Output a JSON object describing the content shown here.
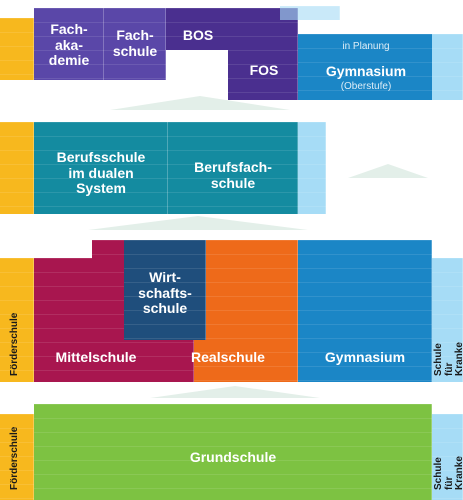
{
  "colors": {
    "fachakademie": "#5a47a8",
    "fachschule": "#5a47a8",
    "bos": "#4a2f8f",
    "fos": "#4a2f8f",
    "gymnasium_upper": "#1b86c6",
    "berufsschule": "#148ba0",
    "berufsfachschule": "#148ba0",
    "mittelschule": "#a8164f",
    "wirtschaftsschule": "#1f4e7c",
    "realschule": "#ee6a1a",
    "gymnasium": "#1b86c6",
    "grundschule": "#7dc242",
    "foerderschule": "#f7b81e",
    "krankenschule": "#a6dcf6"
  },
  "tiers": {
    "upper": {
      "fachakademie": "Fach-\naka-\ndemie",
      "fachschule": "Fach-\nschule",
      "bos": "BOS",
      "fos": "FOS",
      "in_planung": "in Planung",
      "gymnasium": "Gymnasium",
      "oberstufe": "(Oberstufe)"
    },
    "vocational": {
      "berufsschule": "Berufsschule\nim dualen\nSystem",
      "berufsfachschule": "Berufsfach-\nschule"
    },
    "secondary": {
      "foerderschule": "Förderschule",
      "mittelschule": "Mittelschule",
      "wirtschaftsschule": "Wirt-\nschafts-\nschule",
      "realschule": "Realschule",
      "gymnasium": "Gymnasium",
      "krankenschule": "Schule für\nKranke"
    },
    "primary": {
      "foerderschule": "Förderschule",
      "grundschule": "Grundschule",
      "krankenschule": "Schule für\nKranke"
    }
  }
}
